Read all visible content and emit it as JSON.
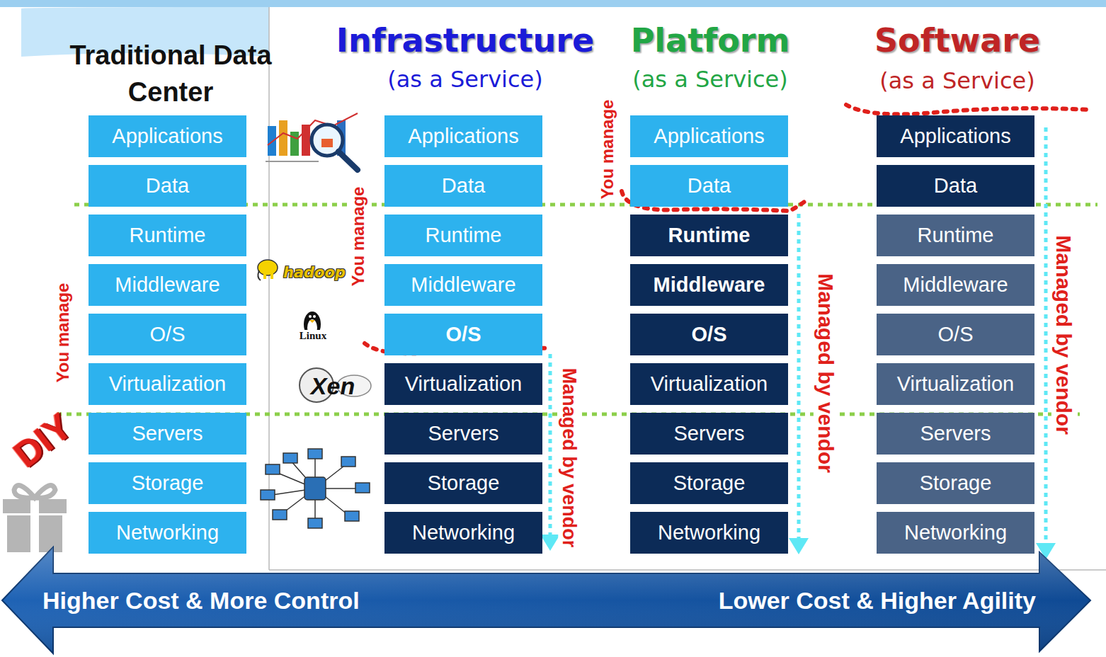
{
  "diagram": {
    "nodes": [
      {
        "text": [
          "Applications"
        ]
      },
      {
        "text": [
          "Data"
        ]
      },
      {
        "text": [
          "Runtime"
        ]
      },
      {
        "text": [
          "Middleware"
        ]
      },
      {
        "text": [
          "O/S"
        ]
      },
      {
        "text": [
          "Virtualization"
        ]
      },
      {
        "text": [
          "Servers"
        ]
      },
      {
        "text": [
          "Storage"
        ]
      },
      {
        "text": [
          "Networking"
        ]
      },
      {
        "text": [
          "Applications"
        ]
      },
      {
        "text": [
          "Data"
        ]
      },
      {
        "text": [
          "Runtime"
        ]
      },
      {
        "text": [
          "Middleware"
        ]
      },
      {
        "text": [
          "O/S"
        ]
      },
      {
        "text": [
          "Virtualization"
        ]
      },
      {
        "text": [
          "Servers"
        ]
      },
      {
        "text": [
          "Storage"
        ]
      },
      {
        "text": [
          "Networking"
        ]
      },
      {
        "text": [
          "Applications"
        ]
      },
      {
        "text": [
          "Data"
        ]
      },
      {
        "text": [
          "Runtime"
        ]
      },
      {
        "text": [
          "Middleware"
        ]
      },
      {
        "text": [
          "O/S"
        ]
      },
      {
        "text": [
          "Virtualization"
        ]
      },
      {
        "text": [
          "Servers"
        ]
      },
      {
        "text": [
          "Storage"
        ]
      },
      {
        "text": [
          "Networking"
        ]
      },
      {
        "text": [
          "Applications"
        ]
      },
      {
        "text": [
          "Data"
        ]
      },
      {
        "text": [
          "Runtime"
        ]
      },
      {
        "text": [
          "Middleware"
        ]
      },
      {
        "text": [
          "O/S"
        ]
      },
      {
        "text": [
          "Virtualization"
        ]
      },
      {
        "text": [
          "Servers"
        ]
      },
      {
        "text": [
          "Storage"
        ]
      },
      {
        "text": [
          "Networking"
        ]
      }
    ],
    "labels": [
      "Traditional Data Center",
      "Infrastructure",
      "(as a Service)",
      "Platform",
      "(as a Service)",
      "Software",
      "(as a Service)",
      "You manage",
      "DIY",
      "hadoop",
      "Linux",
      "Xen",
      "You manage",
      "Managed by vendor",
      "You manage",
      "Managed by vendor",
      "Managed by vendor",
      "Higher Cost & More Control",
      "Lower Cost & Higher Agility"
    ]
  }
}
